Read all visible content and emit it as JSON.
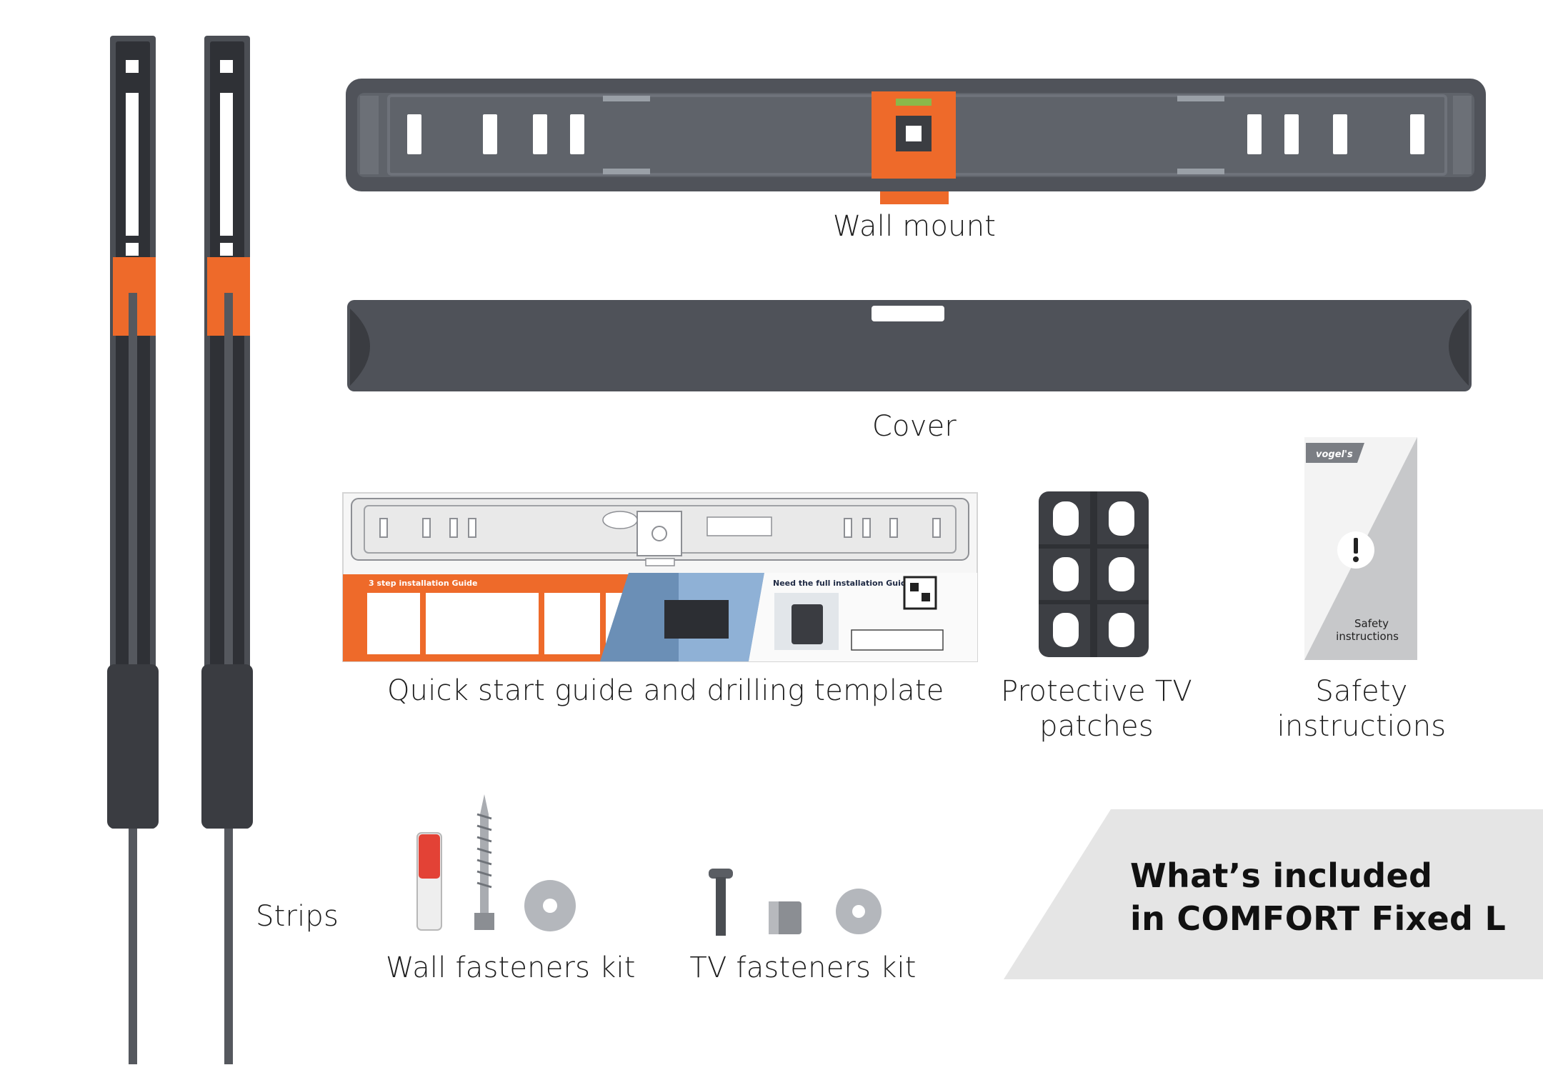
{
  "banner": {
    "line1": "What’s included",
    "line2": "in COMFORT Fixed L"
  },
  "items": {
    "wall_mount": "Wall mount",
    "cover": "Cover",
    "quick_start": "Quick start guide and drilling template",
    "patches_line1": "Protective TV",
    "patches_line2": "patches",
    "safety_line1": "Safety",
    "safety_line2": "instructions",
    "strips": "Strips",
    "wall_fasteners": "Wall fasteners kit",
    "tv_fasteners": "TV fasteners kit"
  },
  "guide": {
    "steps_title": "3 step installation Guide",
    "full_guide_title": "Need the full installation Guide?"
  },
  "booklet": {
    "brand": "vogel's",
    "title_line1": "Safety",
    "title_line2": "instructions"
  },
  "colors": {
    "accent_orange": "#ee6a2a",
    "product_grey": "#5a5d63",
    "banner_grey": "#e5e5e5"
  }
}
